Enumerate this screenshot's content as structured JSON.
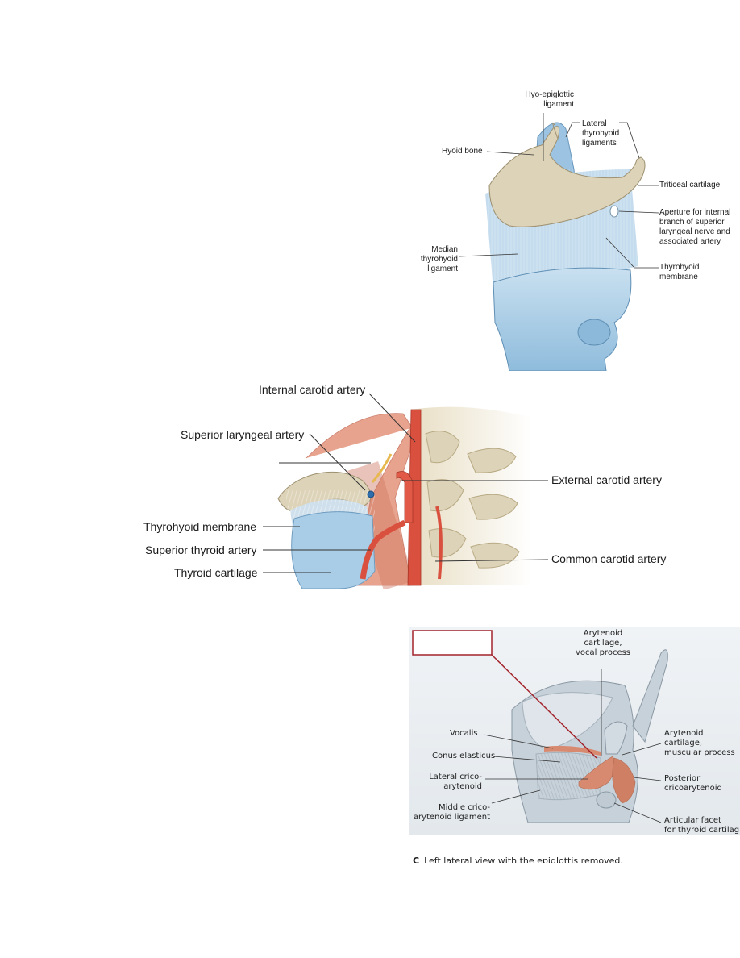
{
  "panelA": {
    "labels": {
      "hyo_epiglottic": "Hyo-epiglottic\nligament",
      "lateral_thyrohyoid": "Lateral\nthyrohyoid\nligaments",
      "hyoid_bone": "Hyoid bone",
      "triticeal": "Triticeal cartilage",
      "aperture": "Aperture for internal\nbranch of superior\nlaryngeal nerve and\nassociated artery",
      "median_thyrohyoid": "Median\nthyrohyoid\nligament",
      "thyrohyoid_membrane": "Thyrohyoid\nmembrane"
    }
  },
  "panelB": {
    "labels": {
      "internal_carotid": "Internal carotid artery",
      "superior_laryngeal": "Superior laryngeal artery",
      "external_carotid": "External carotid artery",
      "thyrohyoid_membrane": "Thyrohyoid membrane",
      "superior_thyroid": "Superior thyroid artery",
      "thyroid_cartilage": "Thyroid cartilage",
      "common_carotid": "Common carotid artery"
    }
  },
  "panelC": {
    "labels": {
      "arytenoid_vocal": "Arytenoid\ncartilage,\nvocal process",
      "vocalis": "Vocalis",
      "conus": "Conus elasticus",
      "lateral_crico": "Lateral crico-\narytenoid",
      "middle_crico": "Middle crico-\narytenoid ligament",
      "arytenoid_muscular": "Arytenoid\ncartilage,\nmuscular process",
      "posterior_crico": "Posterior\ncricoarytenoid",
      "articular_facet": "Articular facet\nfor thyroid cartilag"
    },
    "caption_letter": "C",
    "caption_text": "Left lateral view with the epiglottis removed."
  },
  "colors": {
    "cartilage_blue": "#a9cde6",
    "bone_tan": "#ddd3b8",
    "artery_red": "#d9503f",
    "muscle_red": "#d88a70",
    "callout_box": "#a3232b"
  }
}
